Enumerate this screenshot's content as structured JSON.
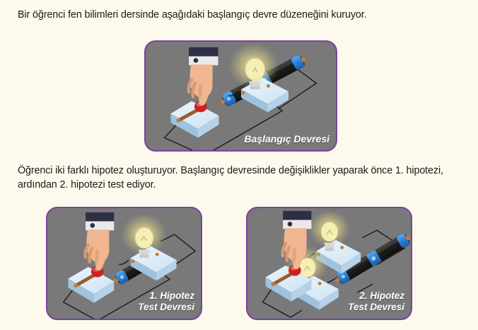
{
  "page": {
    "background_color": "#fdf9ec",
    "text_color": "#1a1a1a"
  },
  "intro_text": "Bir öğrenci fen bilimleri dersinde aşağıdaki başlangıç devre düzeneğini kuruyor.",
  "hypothesis_text": "Öğrenci iki farklı hipotez oluşturuyor. Başlangıç devresinde değişiklikler yaparak önce 1. hipotezi, ardından 2. hipotezi test ediyor.",
  "panels": {
    "initial": {
      "label": "Başlangıç Devresi",
      "border_color": "#7c429e",
      "background_color": "#797979",
      "label_color": "#ffffff",
      "components": {
        "batteries": 2,
        "bulbs": 1,
        "switches": 1,
        "hands": 1
      }
    },
    "hypothesis1": {
      "label": "1. Hipotez\nTest Devresi",
      "border_color": "#7c429e",
      "background_color": "#797979",
      "label_color": "#ffffff",
      "components": {
        "batteries": 1,
        "bulbs": 1,
        "switches": 1,
        "hands": 1
      }
    },
    "hypothesis2": {
      "label": "2. Hipotez\nTest Devresi",
      "border_color": "#7c429e",
      "background_color": "#797979",
      "label_color": "#ffffff",
      "components": {
        "batteries": 2,
        "bulbs": 2,
        "switches": 1,
        "hands": 1
      }
    }
  },
  "colors": {
    "panel_border": "#7c429e",
    "panel_fill": "#797979",
    "block_light": "#dceaf6",
    "block_mid": "#bcd6ea",
    "block_dark": "#9dc0db",
    "battery_body": "#262626",
    "battery_band": "#2f7fd4",
    "wire": "#1c1c1c",
    "switch_button": "#d62020",
    "bulb_glow": "#f2e27a",
    "skin": "#f0b68f",
    "sleeve": "#2d2f45"
  }
}
